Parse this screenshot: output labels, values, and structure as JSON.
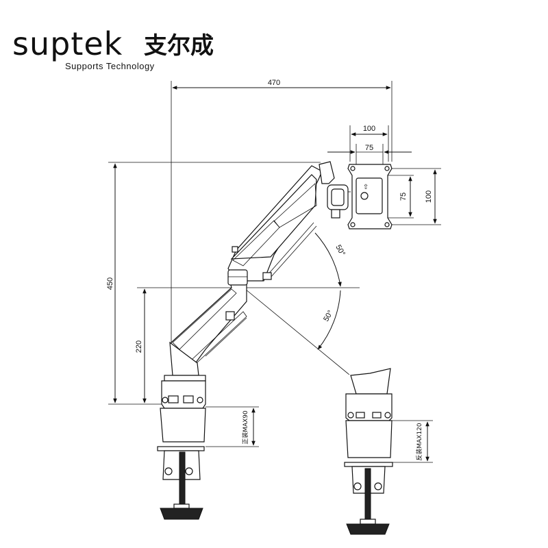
{
  "logo": {
    "brand": "suptek",
    "chinese": "支尔成",
    "tagline": "Supports Technology"
  },
  "dimensions": {
    "total_reach": "470",
    "vesa_outer_width": "100",
    "vesa_inner_width": "75",
    "vesa_inner_height": "75",
    "vesa_outer_height": "100",
    "total_height": "450",
    "pole_height": "220",
    "tilt_up": "50°",
    "tilt_down": "50°",
    "clamp_normal": "正装MAX90",
    "clamp_reverse": "反装MAX120"
  },
  "icons": {
    "upload_arrow": "up-arrow-icon"
  }
}
